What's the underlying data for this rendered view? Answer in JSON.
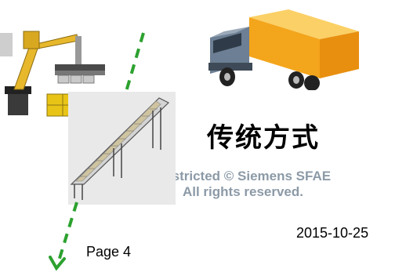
{
  "slide": {
    "title": "传统方式",
    "copyright_line1": "Restricted © Siemens SFAE",
    "copyright_line2": "All rights reserved.",
    "date": "2015-10-25",
    "page": "Page 4"
  },
  "images": {
    "robot": "industrial-robot-palletizer-image",
    "conveyor": "roller-conveyor-image",
    "truck": "delivery-truck-icon",
    "arrow": "dashed-arrow-down"
  },
  "colors": {
    "arrow": "#2ca12f",
    "truck_cargo": "#f3a51b",
    "truck_cab": "#5a6c80",
    "copyright_text": "#8c9aa7",
    "robot_arm": "#e8b82c"
  }
}
